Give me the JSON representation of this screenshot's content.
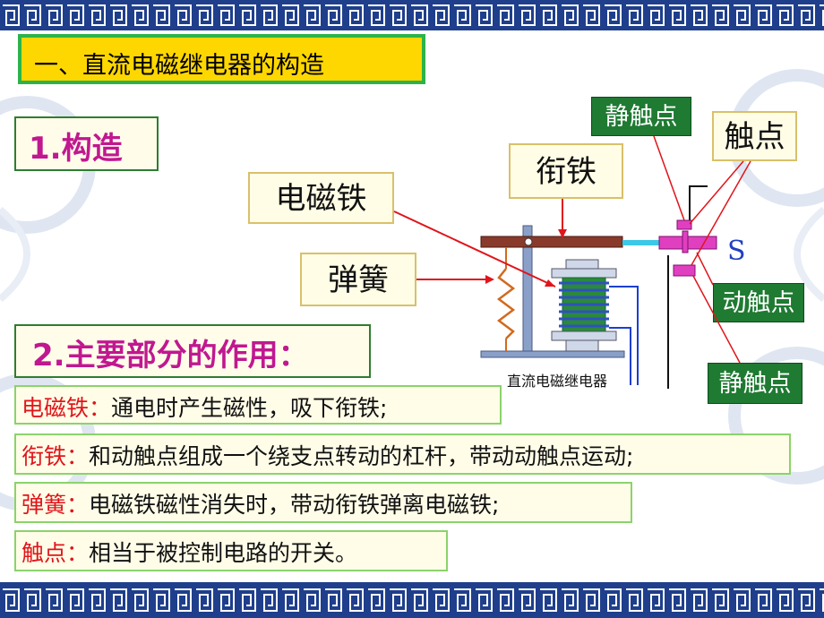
{
  "title": "一、直流电磁继电器的构造",
  "section1": "1.构造",
  "section2": "2.主要部分的作用：",
  "labels": {
    "electromagnet": "电磁铁",
    "spring": "弹簧",
    "armature": "衔铁",
    "contact": "触点",
    "static_contact_top": "静触点",
    "moving_contact": "动触点",
    "static_contact_bottom": "静触点",
    "switch_s": "S",
    "diagram_caption": "直流电磁继电器"
  },
  "descriptions": [
    {
      "term": "电磁铁：",
      "text": "通电时产生磁性，吸下衔铁;"
    },
    {
      "term": "衔铁：",
      "text": "和动触点组成一个绕支点转动的杠杆，带动动触点运动;"
    },
    {
      "term": "弹簧：",
      "text": "电磁铁磁性消失时，带动衔铁弹离电磁铁;"
    },
    {
      "term": "触点：",
      "text": "相当于被控制电路的开关。"
    }
  ],
  "colors": {
    "border_blue": "#1f3f8c",
    "title_bg": "#ffd700",
    "heading_text": "#c01890",
    "term_red": "#e0151b",
    "label_green": "#1f7a32"
  }
}
